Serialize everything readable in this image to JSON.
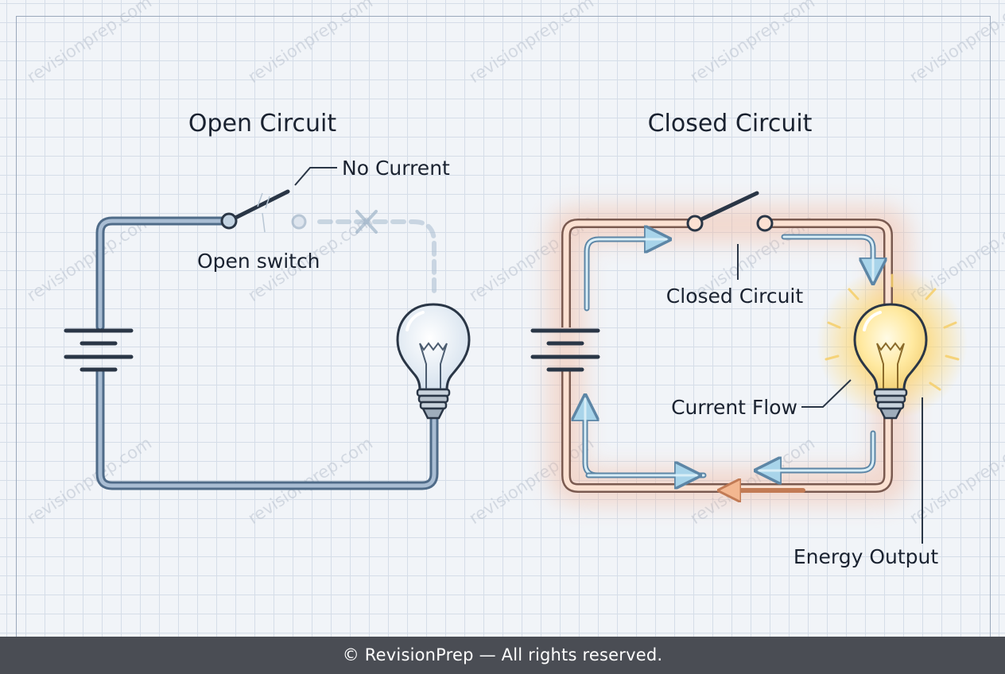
{
  "watermark": "revisionprep.com",
  "open_circuit": {
    "title": "Open Circuit",
    "no_current_label": "No Current",
    "switch_label": "Open switch"
  },
  "closed_circuit": {
    "title": "Closed Circuit",
    "switch_label": "Closed Circuit",
    "flow_label": "Current Flow",
    "energy_label": "Energy Output"
  },
  "footer": {
    "text": "© RevisionPrep — All rights reserved."
  },
  "colors": {
    "wire": "#4f6b88",
    "wire_fill": "#a9bdd3",
    "glow": "#f2b59a",
    "current": "#a8d4ea",
    "bulb_glow": "#ffd56b"
  }
}
